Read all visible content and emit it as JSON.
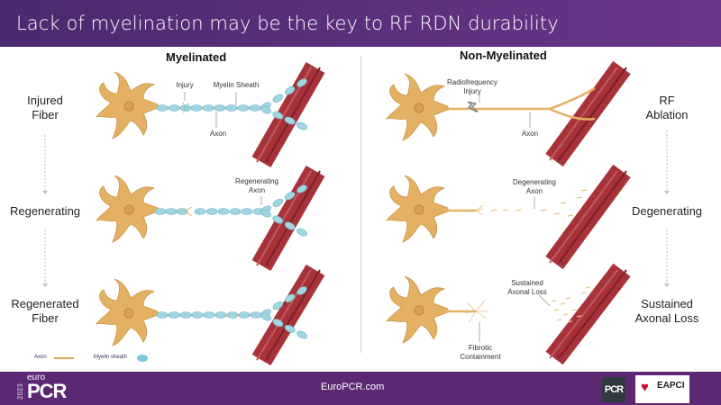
{
  "title": "Lack of myelination may be the key to RF RDN durability",
  "left": {
    "heading": "Myelinated",
    "stages": [
      "Injured\nFiber",
      "Regenerating",
      "Regenerated\nFiber"
    ],
    "annotations": {
      "injury": "Injury",
      "myelin": "Myelin Sheath",
      "axon": "Axon",
      "regen": "Regenerating\nAxon"
    }
  },
  "right": {
    "heading": "Non-Myelinated",
    "stages": [
      "RF\nAblation",
      "Degenerating",
      "Sustained\nAxonal Loss"
    ],
    "annotations": {
      "rf": "Radiofrequency\nInjury",
      "axon": "Axon",
      "degen": "Degenerating\nAxon",
      "loss": "Sustained\nAxonal Loss",
      "fibrotic": "Fibrotic\nContainment"
    }
  },
  "legend": {
    "axon": "Axon",
    "myelin": "Myelin sheath"
  },
  "footer": {
    "year": "2023",
    "brand_top": "euro",
    "brand": "PCR",
    "url": "EuroPCR.com",
    "pcr_logo": "PCR",
    "eapci": "EAPCI"
  },
  "colors": {
    "header": "#5a2d7d",
    "footer": "#5c2874",
    "neuron": "#e3b064",
    "myelin": "#9fd6e0",
    "muscle": "#a8323a"
  }
}
